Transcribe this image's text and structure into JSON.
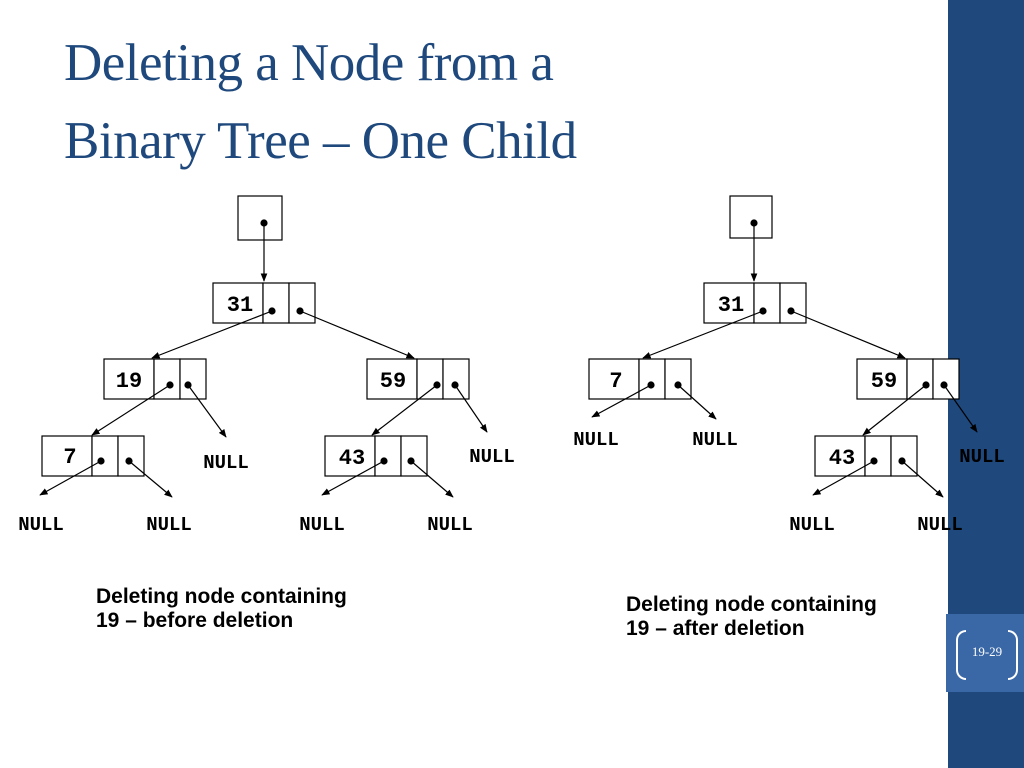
{
  "slide": {
    "title_line1": "Deleting a Node from a",
    "title_line2": "Binary Tree – One Child",
    "page_number": "19-29",
    "accent_color": "#1f497d"
  },
  "before": {
    "caption_line1": "Deleting node containing",
    "caption_line2": "19 – before deletion",
    "nodes": {
      "root": "31",
      "left": "19",
      "right": "59",
      "left_left": "7",
      "right_left": "43"
    },
    "nulls": {
      "n19_right": "NULL",
      "n59_right": "NULL",
      "n7_left": "NULL",
      "n7_right": "NULL",
      "n43_left": "NULL",
      "n43_right": "NULL"
    }
  },
  "after": {
    "caption_line1": "Deleting node containing",
    "caption_line2": "19 – after deletion",
    "nodes": {
      "root": "31",
      "left": "7",
      "right": "59",
      "right_left": "43"
    },
    "nulls": {
      "n7_left": "NULL",
      "n7_right": "NULL",
      "n59_right": "NULL",
      "n43_left": "NULL",
      "n43_right": "NULL"
    }
  }
}
